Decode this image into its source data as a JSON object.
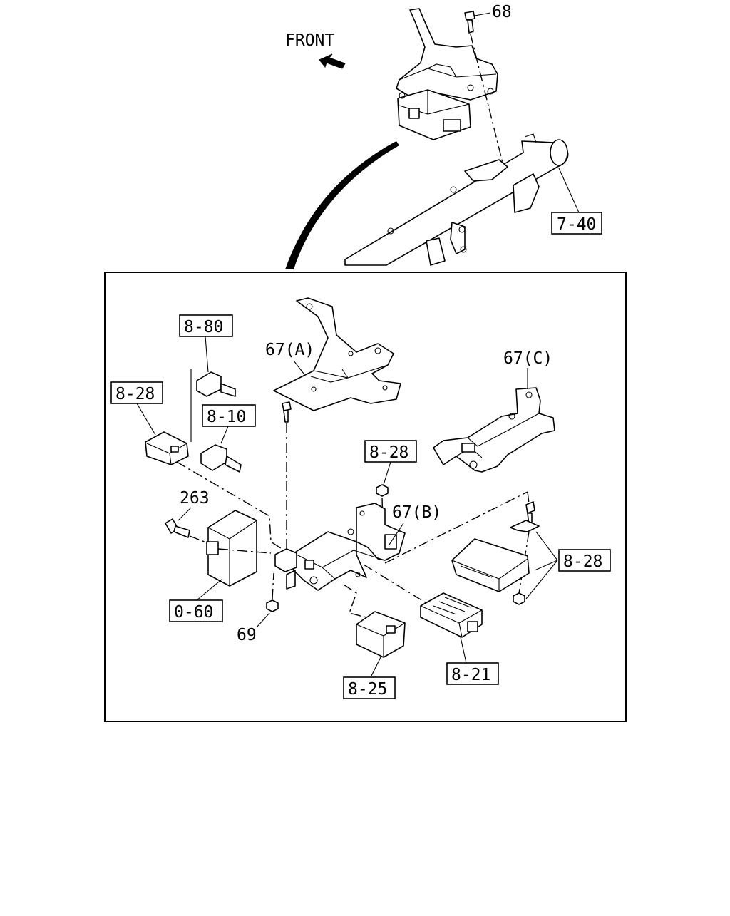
{
  "direction_label": "FRONT",
  "callouts": {
    "bolt_top": "68",
    "crossmember": "7-40",
    "bracket_a": "67(A)",
    "bracket_b": "67(B)",
    "bracket_c": "67(C)",
    "relay_top": "8-80",
    "relay_left": "8-28",
    "relay_mid": "8-10",
    "nut_upper": "8-28",
    "right_group": "8-28",
    "bolt_left": "263",
    "module": "0-60",
    "nut_lower": "69",
    "relay_bottom": "8-25",
    "connector": "8-21"
  }
}
